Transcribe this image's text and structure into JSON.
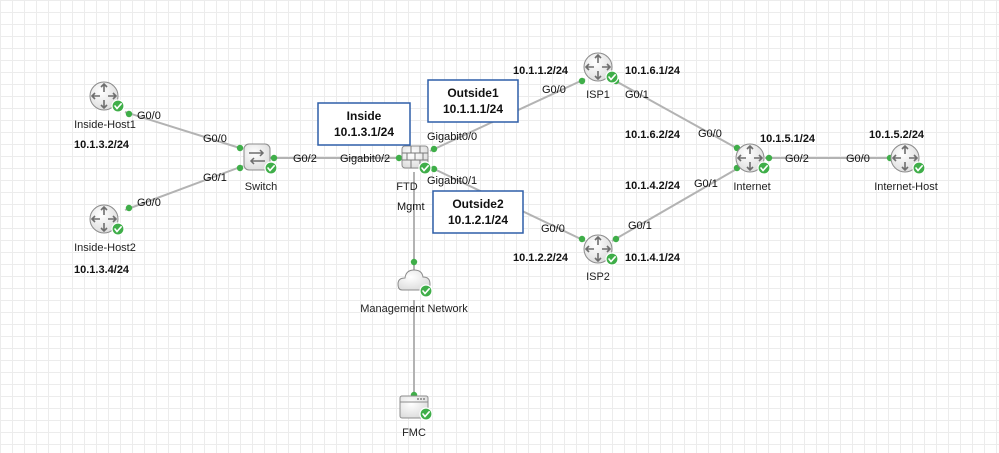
{
  "colors": {
    "link": "#b3b3b3",
    "port_dot": "#3fae49",
    "status_check": "#3fae49",
    "device_fill": "#e6e6e6",
    "annotation_border": "#2e5ea8"
  },
  "nodes": {
    "inside_host1": {
      "name": "Inside-Host1",
      "ip": "10.1.3.2/24",
      "icon": "router-icon"
    },
    "inside_host2": {
      "name": "Inside-Host2",
      "ip": "10.1.3.4/24",
      "icon": "router-icon"
    },
    "switch": {
      "name": "Switch",
      "icon": "switch-icon"
    },
    "ftd": {
      "name": "FTD",
      "icon": "firewall-icon"
    },
    "isp1": {
      "name": "ISP1",
      "icon": "router-icon"
    },
    "isp2": {
      "name": "ISP2",
      "icon": "router-icon"
    },
    "internet": {
      "name": "Internet",
      "icon": "router-icon"
    },
    "internet_host": {
      "name": "Internet-Host",
      "icon": "router-icon"
    },
    "mgmt_net": {
      "name": "Management Network",
      "icon": "cloud-icon"
    },
    "fmc": {
      "name": "FMC",
      "icon": "server-icon"
    }
  },
  "ports": {
    "host1_g00": "G0/0",
    "sw_g00": "G0/0",
    "host2_g00": "G0/0",
    "sw_g01": "G0/1",
    "sw_g02": "G0/2",
    "ftd_gi02": "Gigabit0/2",
    "ftd_gi00": "Gigabit0/0",
    "ftd_gi01": "Gigabit0/1",
    "ftd_mgmt": "Mgmt",
    "isp1_g00": "G0/0",
    "isp1_g01": "G0/1",
    "isp2_g00": "G0/0",
    "isp2_g01": "G0/1",
    "inet_g00": "G0/0",
    "inet_g01": "G0/1",
    "inet_g02": "G0/2",
    "ihost_g00": "G0/0"
  },
  "ips": {
    "isp1_g00": "10.1.1.2/24",
    "isp1_g01": "10.1.6.1/24",
    "inet_g00": "10.1.6.2/24",
    "inet_g02": "10.1.5.1/24",
    "ihost_g00": "10.1.5.2/24",
    "inet_g01": "10.1.4.2/24",
    "isp2_g00": "10.1.2.2/24",
    "isp2_g01": "10.1.4.1/24"
  },
  "annotations": {
    "inside": {
      "title": "Inside",
      "ip": "10.1.3.1/24"
    },
    "outside1": {
      "title": "Outside1",
      "ip": "10.1.1.1/24"
    },
    "outside2": {
      "title": "Outside2",
      "ip": "10.1.2.1/24"
    }
  }
}
